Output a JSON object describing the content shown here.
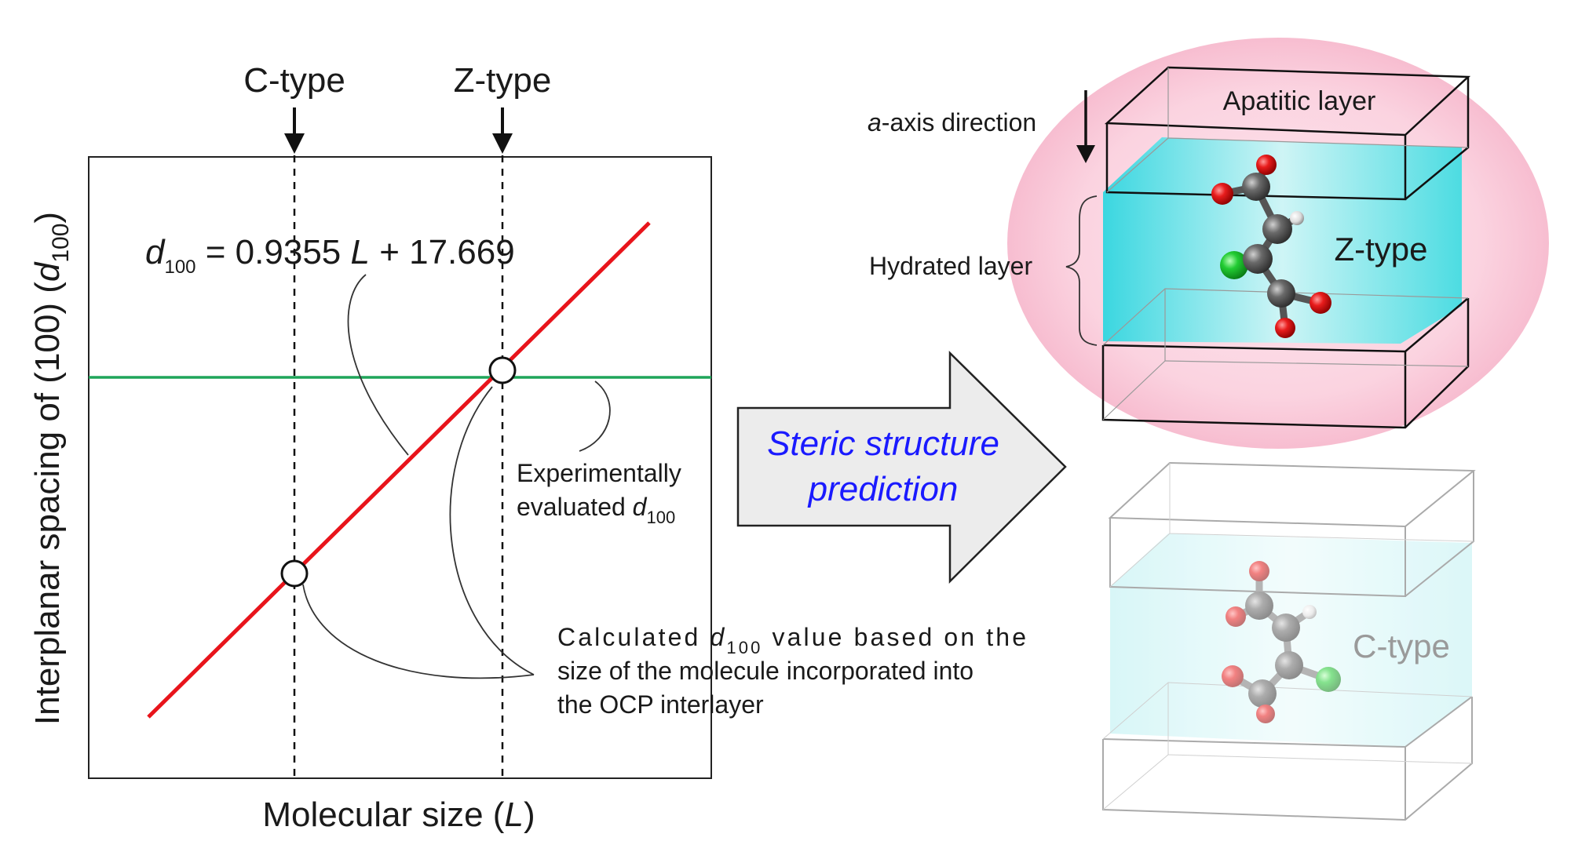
{
  "chart": {
    "top_labels": [
      "C-type",
      "Z-type"
    ],
    "ylabel_main": "Interplanar spacing of (100) (",
    "ylabel_d": "d",
    "ylabel_sub": "100",
    "ylabel_close": ")",
    "xlabel_main": "Molecular size (",
    "xlabel_L": "L",
    "xlabel_close": ")",
    "equation": {
      "d": "d",
      "sub": "100",
      "rest": " = 0.9355 ",
      "L": "L",
      "tail": " + 17.669"
    },
    "annotation_experimental": {
      "line1": "Experimentally",
      "line2": "evaluated ",
      "d": "d",
      "sub": "100"
    },
    "annotation_calculated": {
      "line1_pre": "Calculated ",
      "d": "d",
      "sub": "100",
      "line1_post": " value based on the",
      "line2": "size of the molecule incorporated into",
      "line3": "the OCP interlayer"
    },
    "colors": {
      "fit_line": "#e8141b",
      "experimental_line": "#1fa55a",
      "frame": "#222222"
    }
  },
  "chart_data": {
    "type": "line",
    "title": "",
    "xlabel": "Molecular size (L)",
    "ylabel": "Interplanar spacing of (100) (d100)",
    "series": [
      {
        "name": "d100 = 0.9355 L + 17.669",
        "kind": "linear fit"
      },
      {
        "name": "Experimentally evaluated d100",
        "kind": "horizontal reference"
      }
    ],
    "markers": [
      {
        "label": "C-type",
        "on": "linear fit"
      },
      {
        "label": "Z-type",
        "on": "linear fit, intersects experimental d100"
      }
    ],
    "grid": false,
    "ticks": "none"
  },
  "arrow": {
    "line1": "Steric structure",
    "line2": "prediction",
    "text_color": "#1a1aff"
  },
  "ztype_model": {
    "axis_label_a": "a",
    "axis_label_rest": "-axis direction",
    "apatitic": "Apatitic layer",
    "hydrated": "Hydrated layer",
    "label": "Z-type"
  },
  "ctype_model": {
    "label": "C-type"
  },
  "atom_colors": {
    "carbon": "#555555",
    "oxygen": "#e01010",
    "chlorine": "#20c030",
    "hydrogen": "#eeeeee"
  }
}
